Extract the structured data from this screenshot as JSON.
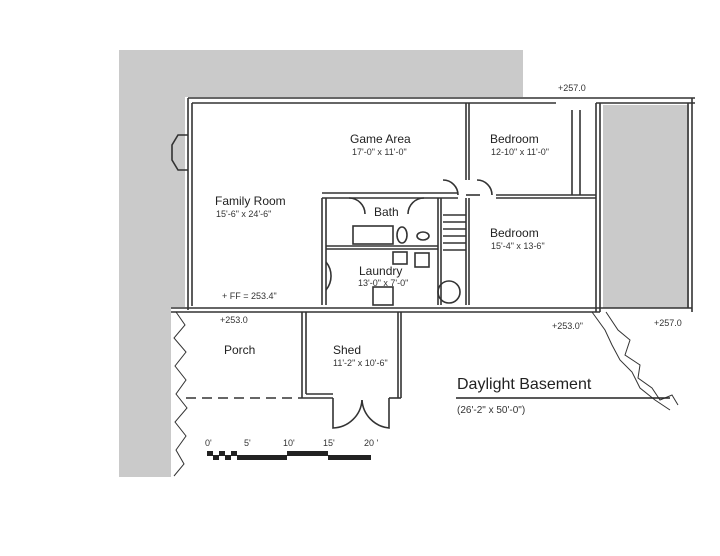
{
  "plan": {
    "title": "Daylight Basement",
    "overall_dimensions": "(26'-2\" x 50'-0\")",
    "rooms": [
      {
        "name": "Game Area",
        "dimensions": "17'-0\" x 11'-0\""
      },
      {
        "name": "Bedroom",
        "dimensions": "12-10\" x 11'-0\""
      },
      {
        "name": "Family Room",
        "dimensions": "15'-6\" x 24'-6\""
      },
      {
        "name": "Bath",
        "dimensions": ""
      },
      {
        "name": "Bedroom",
        "dimensions": "15'-4\" x 13-6\""
      },
      {
        "name": "Laundry",
        "dimensions": "13'-0\" x 7'-0\""
      },
      {
        "name": "Porch",
        "dimensions": ""
      },
      {
        "name": "Shed",
        "dimensions": "11'-2\" x 10'-6\""
      }
    ],
    "elevations": {
      "top_right": "+257.0",
      "floor_finish": "+ FF = 253.4\"",
      "porch": "+253.0",
      "bottom_mid": "+253.0\"",
      "bottom_right": "+257.0"
    },
    "scale_bar": {
      "ticks": [
        "0'",
        "5'",
        "10'",
        "15'",
        "20 '"
      ]
    },
    "colors": {
      "ground_fill": "#cacaca",
      "line": "#333333",
      "background": "#ffffff"
    }
  }
}
